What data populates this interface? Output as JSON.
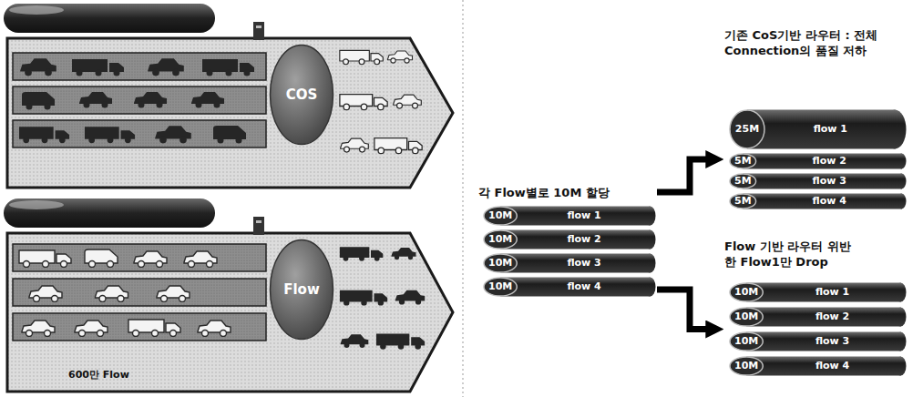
{
  "diagram": {
    "nodes": [
      {
        "text": [
          "COS"
        ]
      },
      {
        "text": [
          "Flow"
        ]
      },
      {
        "text": [
          "각 Flow별로 10M 할당"
        ]
      },
      {
        "text": [
          "10M",
          "flow 1"
        ],
        "in": 2
      },
      {
        "text": [
          "10M",
          "flow 2"
        ],
        "in": 2
      },
      {
        "text": [
          "10M",
          "flow 3"
        ],
        "in": 2
      },
      {
        "text": [
          "10M",
          "flow 4"
        ],
        "in": 2
      },
      {
        "text": [
          "기존 CoS기반 라우터 : 전체 Connection의 품질 저하"
        ]
      },
      {
        "text": [
          "25M",
          "flow 1"
        ],
        "in": 7
      },
      {
        "text": [
          "5M",
          "flow 2"
        ],
        "in": 7
      },
      {
        "text": [
          "5M",
          "flow 3"
        ],
        "in": 7
      },
      {
        "text": [
          "5M",
          "flow 4"
        ],
        "in": 7
      },
      {
        "text": [
          "Flow 기반 라우터 위반한 Flow1만 Drop"
        ]
      },
      {
        "text": [
          "10M",
          "flow 1"
        ],
        "in": 12
      },
      {
        "text": [
          "10M",
          "flow 2"
        ],
        "in": 12
      },
      {
        "text": [
          "10M",
          "flow 3"
        ],
        "in": 12
      },
      {
        "text": [
          "10M",
          "flow 4"
        ],
        "in": 12
      }
    ],
    "edges": [
      {
        "from": 2,
        "to": 7,
        "arrow": "to"
      },
      {
        "from": 2,
        "to": 12,
        "arrow": "to"
      }
    ],
    "labels": [
      "600만 Flow"
    ]
  }
}
